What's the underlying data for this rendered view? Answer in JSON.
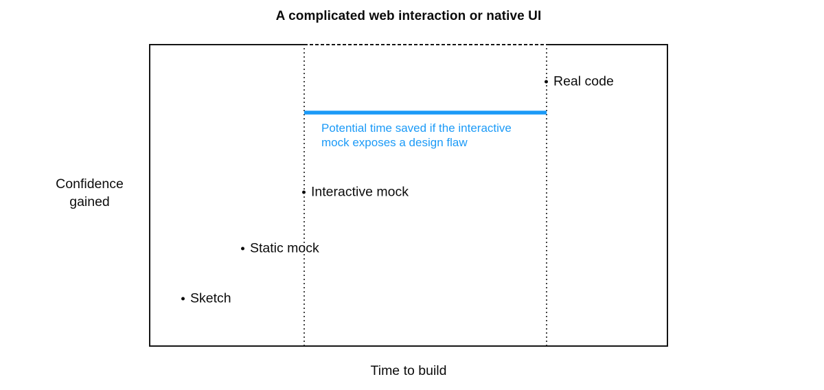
{
  "chart_data": {
    "type": "scatter",
    "title": "A complicated web interaction or native UI",
    "xlabel": "Time to build",
    "ylabel": "Confidence gained",
    "axes_quantified": false,
    "axis_note": "Axes are qualitative (no ticks, no numeric scale); point coords below are normalized 0-1 estimates read from pixel positions",
    "grid": false,
    "legend": false,
    "points": [
      {
        "label": "Sketch",
        "time_to_build": 0.07,
        "confidence_gained": 0.16
      },
      {
        "label": "Static mock",
        "time_to_build": 0.18,
        "confidence_gained": 0.32
      },
      {
        "label": "Interactive mock",
        "time_to_build": 0.3,
        "confidence_gained": 0.51
      },
      {
        "label": "Real code",
        "time_to_build": 0.77,
        "confidence_gained": 0.88
      }
    ],
    "guides": {
      "vertical_dotted_lines_at_time": [
        0.3,
        0.77
      ],
      "dashed_top_segment_between": [
        "Interactive mock",
        "Real code"
      ]
    },
    "annotation": {
      "text": "Potential time saved if the interactive mock exposes a design flaw",
      "span_from": "Interactive mock",
      "span_to": "Real code",
      "line_y_confidence": 0.77,
      "color": "#1b9af7"
    },
    "colors": {
      "accent_blue": "#1b9af7",
      "line_black": "#141414",
      "background": "#ffffff"
    }
  }
}
